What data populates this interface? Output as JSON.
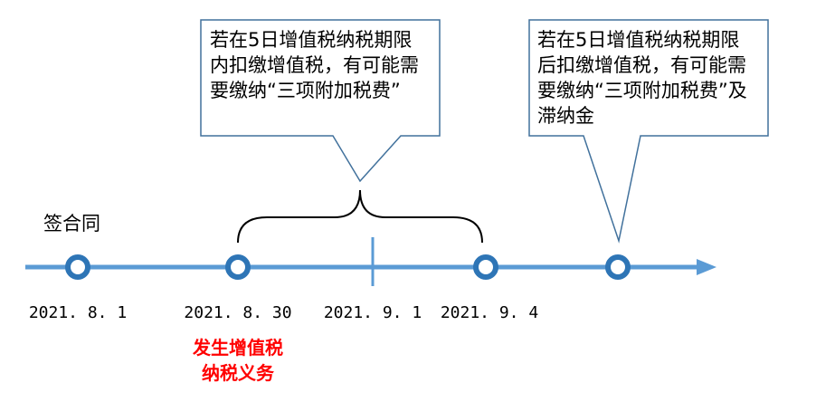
{
  "diagram": {
    "sign_contract_label": "签合同",
    "callouts": [
      {
        "text": "若在5日增值税纳税期限内扣缴增值税，有可能需要缴纳“三项附加税费”"
      },
      {
        "text": "若在5日增值税纳税期限后扣缴增值税，有可能需要缴纳“三项附加税费”及滞纳金"
      }
    ],
    "dates": [
      {
        "label": "2021. 8. 1"
      },
      {
        "label": "2021. 8. 30"
      },
      {
        "label": "2021. 9. 1"
      },
      {
        "label": "2021. 9. 4"
      }
    ],
    "obligation_label_line1": "发生增值税",
    "obligation_label_line2": "纳税义务",
    "colors": {
      "timeline": "#5b9bd5",
      "node_stroke": "#2e75b6",
      "callout_border": "#41719c",
      "highlight_text": "#ff0000"
    }
  }
}
